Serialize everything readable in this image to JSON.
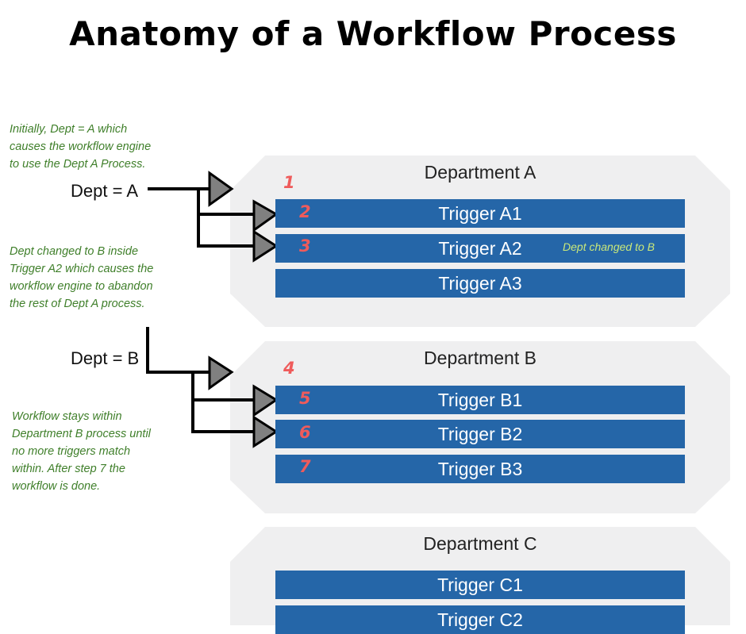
{
  "title": "Anatomy of a Workflow Process",
  "departments": [
    {
      "label": "Department A",
      "triggers": [
        {
          "label": "Trigger A1",
          "note": ""
        },
        {
          "label": "Trigger A2",
          "note": "Dept changed to B"
        },
        {
          "label": "Trigger A3",
          "note": ""
        }
      ]
    },
    {
      "label": "Department B",
      "triggers": [
        {
          "label": "Trigger B1",
          "note": ""
        },
        {
          "label": "Trigger B2",
          "note": ""
        },
        {
          "label": "Trigger B3",
          "note": ""
        }
      ]
    },
    {
      "label": "Department C",
      "triggers": [
        {
          "label": "Trigger C1",
          "note": ""
        },
        {
          "label": "Trigger C2",
          "note": ""
        }
      ]
    }
  ],
  "steps": [
    "1",
    "2",
    "3",
    "4",
    "5",
    "6",
    "7"
  ],
  "dept_values": {
    "a": "Dept = A",
    "b": "Dept = B"
  },
  "notes": {
    "initial": [
      "Initially, Dept = A which",
      "causes the workflow engine",
      "to use the Dept A Process."
    ],
    "changed": [
      "Dept changed to B inside",
      "Trigger A2 which causes the",
      "workflow engine to abandon",
      "the rest of Dept A process."
    ],
    "stays": [
      "Workflow stays within",
      "Department B process until",
      "no more triggers match",
      "within. After step 7 the",
      "workflow is done."
    ]
  },
  "colors": {
    "trigger_fill": "#2566a8",
    "panel_fill": "#efeff0",
    "step_number": "#ef5b5b",
    "note_text": "#3f7f2a",
    "trigger_note_text": "#c9e87a",
    "arrowhead_fill": "#808080"
  }
}
